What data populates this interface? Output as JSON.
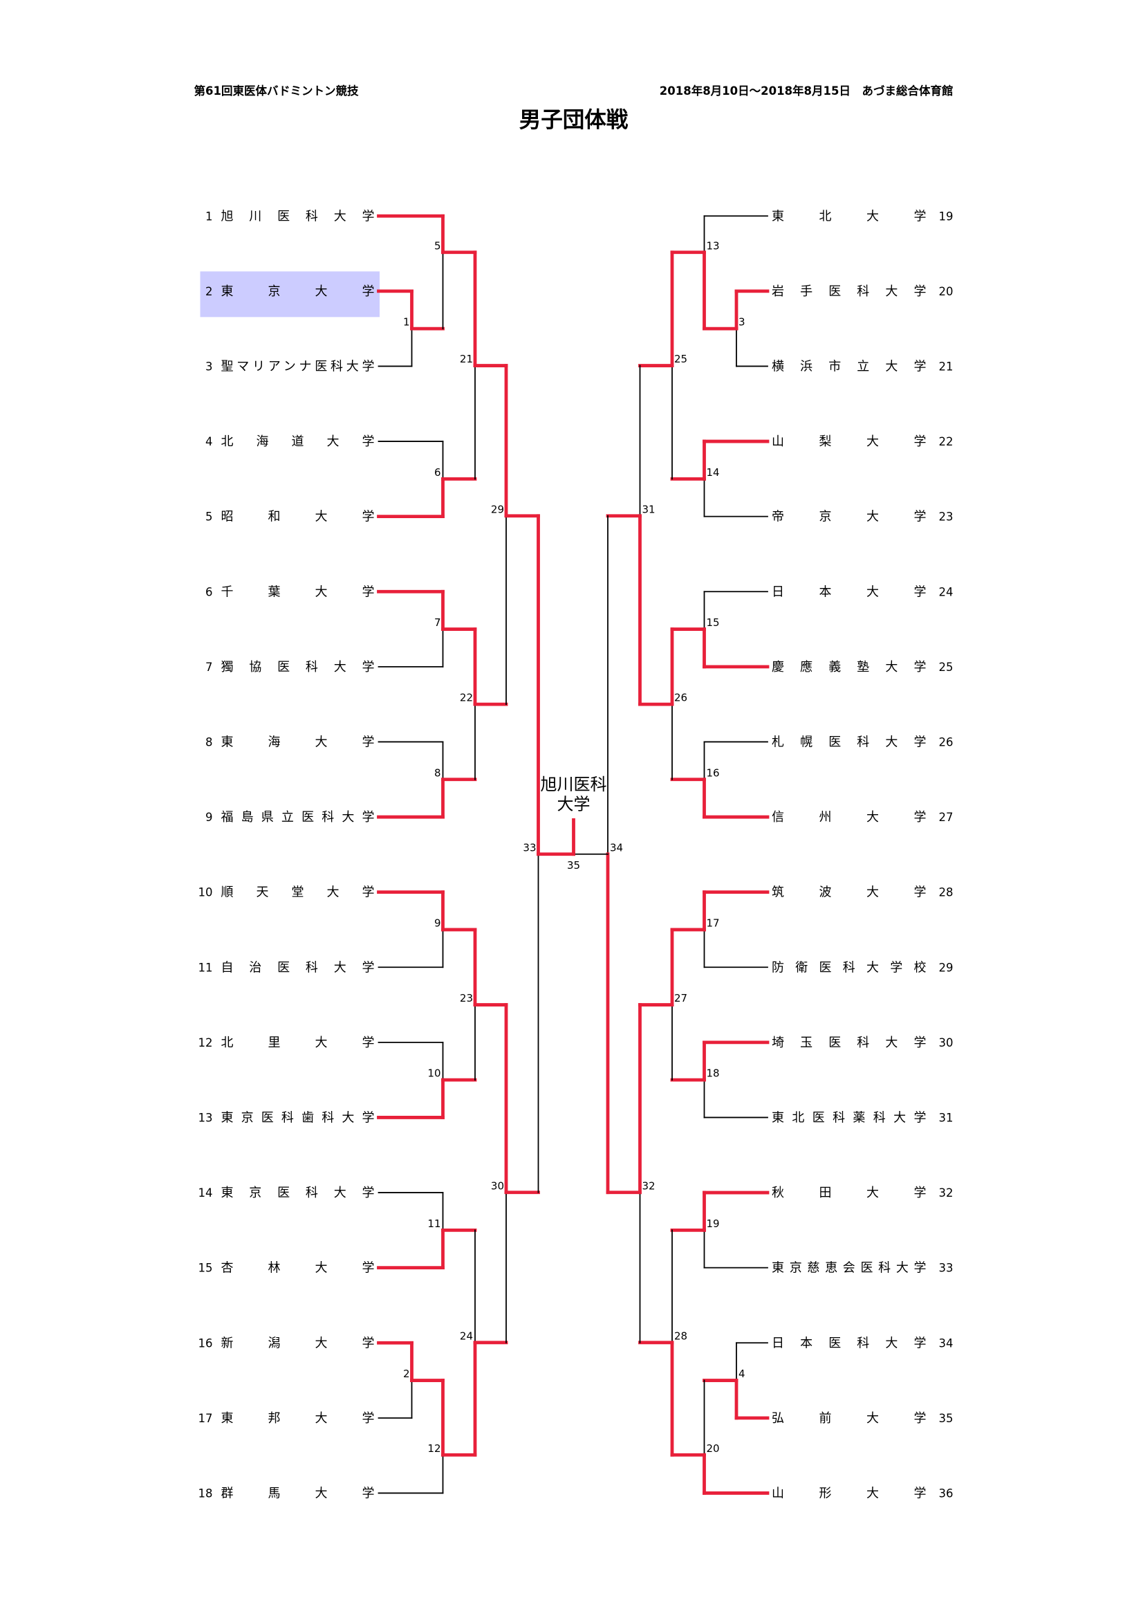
{
  "header": {
    "event": "第61回東医体バドミントン競技",
    "dates_venue": "2018年8月10日～2018年8月15日　あづま総合体育館",
    "title": "男子団体戦"
  },
  "colors": {
    "win_line": "#e8203a",
    "line": "#000000",
    "highlight": "#ccccff"
  },
  "teams_left": [
    {
      "no": "1",
      "name": "旭川医科大学"
    },
    {
      "no": "2",
      "name": "東京大学",
      "highlighted": true
    },
    {
      "no": "3",
      "name": "聖マリアンナ医科大学"
    },
    {
      "no": "4",
      "name": "北海道大学"
    },
    {
      "no": "5",
      "name": "昭和大学"
    },
    {
      "no": "6",
      "name": "千葉大学"
    },
    {
      "no": "7",
      "name": "獨協医科大学"
    },
    {
      "no": "8",
      "name": "東海大学"
    },
    {
      "no": "9",
      "name": "福島県立医科大学"
    },
    {
      "no": "10",
      "name": "順天堂大学"
    },
    {
      "no": "11",
      "name": "自治医科大学"
    },
    {
      "no": "12",
      "name": "北里大学"
    },
    {
      "no": "13",
      "name": "東京医科歯科大学"
    },
    {
      "no": "14",
      "name": "東京医科大学"
    },
    {
      "no": "15",
      "name": "杏林大学"
    },
    {
      "no": "16",
      "name": "新潟大学"
    },
    {
      "no": "17",
      "name": "東邦大学"
    },
    {
      "no": "18",
      "name": "群馬大学"
    }
  ],
  "teams_right": [
    {
      "no": "19",
      "name": "東北大学"
    },
    {
      "no": "20",
      "name": "岩手医科大学"
    },
    {
      "no": "21",
      "name": "横浜市立大学"
    },
    {
      "no": "22",
      "name": "山梨大学"
    },
    {
      "no": "23",
      "name": "帝京大学"
    },
    {
      "no": "24",
      "name": "日本大学"
    },
    {
      "no": "25",
      "name": "慶應義塾大学"
    },
    {
      "no": "26",
      "name": "札幌医科大学"
    },
    {
      "no": "27",
      "name": "信州大学"
    },
    {
      "no": "28",
      "name": "筑波大学"
    },
    {
      "no": "29",
      "name": "防衛医科大学校"
    },
    {
      "no": "30",
      "name": "埼玉医科大学"
    },
    {
      "no": "31",
      "name": "東北医科薬科大学"
    },
    {
      "no": "32",
      "name": "秋田大学"
    },
    {
      "no": "33",
      "name": "東京慈恵会医科大学"
    },
    {
      "no": "34",
      "name": "日本医科大学"
    },
    {
      "no": "35",
      "name": "弘前大学"
    },
    {
      "no": "36",
      "name": "山形大学"
    }
  ],
  "matches": [
    {
      "id": "1",
      "side": "left",
      "round": 0,
      "children": [
        {
          "team": 2
        },
        {
          "team": 3
        }
      ],
      "winner": 0
    },
    {
      "id": "2",
      "side": "left",
      "round": 0,
      "children": [
        {
          "team": 16
        },
        {
          "team": 17
        }
      ],
      "winner": 0
    },
    {
      "id": "5",
      "side": "left",
      "round": 1,
      "children": [
        {
          "team": 1
        },
        {
          "match": "1"
        }
      ],
      "winner": 0
    },
    {
      "id": "6",
      "side": "left",
      "round": 1,
      "children": [
        {
          "team": 4
        },
        {
          "team": 5
        }
      ],
      "winner": 1
    },
    {
      "id": "7",
      "side": "left",
      "round": 1,
      "children": [
        {
          "team": 6
        },
        {
          "team": 7
        }
      ],
      "winner": 0
    },
    {
      "id": "8",
      "side": "left",
      "round": 1,
      "children": [
        {
          "team": 8
        },
        {
          "team": 9
        }
      ],
      "winner": 1
    },
    {
      "id": "9",
      "side": "left",
      "round": 1,
      "children": [
        {
          "team": 10
        },
        {
          "team": 11
        }
      ],
      "winner": 0
    },
    {
      "id": "10",
      "side": "left",
      "round": 1,
      "children": [
        {
          "team": 12
        },
        {
          "team": 13
        }
      ],
      "winner": 1
    },
    {
      "id": "11",
      "side": "left",
      "round": 1,
      "children": [
        {
          "team": 14
        },
        {
          "team": 15
        }
      ],
      "winner": 1
    },
    {
      "id": "12",
      "side": "left",
      "round": 1,
      "children": [
        {
          "match": "2"
        },
        {
          "team": 18
        }
      ],
      "winner": 0
    },
    {
      "id": "21",
      "side": "left",
      "round": 2,
      "children": [
        {
          "match": "5"
        },
        {
          "match": "6"
        }
      ],
      "winner": 0
    },
    {
      "id": "22",
      "side": "left",
      "round": 2,
      "children": [
        {
          "match": "7"
        },
        {
          "match": "8"
        }
      ],
      "winner": 0
    },
    {
      "id": "23",
      "side": "left",
      "round": 2,
      "children": [
        {
          "match": "9"
        },
        {
          "match": "10"
        }
      ],
      "winner": 0
    },
    {
      "id": "24",
      "side": "left",
      "round": 2,
      "children": [
        {
          "match": "11"
        },
        {
          "match": "12"
        }
      ],
      "winner": 1
    },
    {
      "id": "29",
      "side": "left",
      "round": 3,
      "children": [
        {
          "match": "21"
        },
        {
          "match": "22"
        }
      ],
      "winner": 0
    },
    {
      "id": "30",
      "side": "left",
      "round": 3,
      "children": [
        {
          "match": "23"
        },
        {
          "match": "24"
        }
      ],
      "winner": 0
    },
    {
      "id": "33",
      "side": "left",
      "round": 4,
      "children": [
        {
          "match": "29"
        },
        {
          "match": "30"
        }
      ],
      "winner": 0
    },
    {
      "id": "3",
      "side": "right",
      "round": 0,
      "children": [
        {
          "team": 20
        },
        {
          "team": 21
        }
      ],
      "winner": 0
    },
    {
      "id": "4",
      "side": "right",
      "round": 0,
      "children": [
        {
          "team": 34
        },
        {
          "team": 35
        }
      ],
      "winner": 1
    },
    {
      "id": "13",
      "side": "right",
      "round": 1,
      "children": [
        {
          "team": 19
        },
        {
          "match": "3"
        }
      ],
      "winner": 1
    },
    {
      "id": "14",
      "side": "right",
      "round": 1,
      "children": [
        {
          "team": 22
        },
        {
          "team": 23
        }
      ],
      "winner": 0
    },
    {
      "id": "15",
      "side": "right",
      "round": 1,
      "children": [
        {
          "team": 24
        },
        {
          "team": 25
        }
      ],
      "winner": 1
    },
    {
      "id": "16",
      "side": "right",
      "round": 1,
      "children": [
        {
          "team": 26
        },
        {
          "team": 27
        }
      ],
      "winner": 1
    },
    {
      "id": "17",
      "side": "right",
      "round": 1,
      "children": [
        {
          "team": 28
        },
        {
          "team": 29
        }
      ],
      "winner": 0
    },
    {
      "id": "18",
      "side": "right",
      "round": 1,
      "children": [
        {
          "team": 30
        },
        {
          "team": 31
        }
      ],
      "winner": 0
    },
    {
      "id": "19",
      "side": "right",
      "round": 1,
      "children": [
        {
          "team": 32
        },
        {
          "team": 33
        }
      ],
      "winner": 0
    },
    {
      "id": "20",
      "side": "right",
      "round": 1,
      "children": [
        {
          "match": "4"
        },
        {
          "team": 36
        }
      ],
      "winner": 1
    },
    {
      "id": "25",
      "side": "right",
      "round": 2,
      "children": [
        {
          "match": "13"
        },
        {
          "match": "14"
        }
      ],
      "winner": 0
    },
    {
      "id": "26",
      "side": "right",
      "round": 2,
      "children": [
        {
          "match": "15"
        },
        {
          "match": "16"
        }
      ],
      "winner": 0
    },
    {
      "id": "27",
      "side": "right",
      "round": 2,
      "children": [
        {
          "match": "17"
        },
        {
          "match": "18"
        }
      ],
      "winner": 0
    },
    {
      "id": "28",
      "side": "right",
      "round": 2,
      "children": [
        {
          "match": "19"
        },
        {
          "match": "20"
        }
      ],
      "winner": 1
    },
    {
      "id": "31",
      "side": "right",
      "round": 3,
      "children": [
        {
          "match": "25"
        },
        {
          "match": "26"
        }
      ],
      "winner": 1
    },
    {
      "id": "32",
      "side": "right",
      "round": 3,
      "children": [
        {
          "match": "27"
        },
        {
          "match": "28"
        }
      ],
      "winner": 0
    },
    {
      "id": "34",
      "side": "right",
      "round": 4,
      "children": [
        {
          "match": "31"
        },
        {
          "match": "32"
        }
      ],
      "winner": 1
    }
  ],
  "final": {
    "id": "35",
    "children": [
      "33",
      "34"
    ],
    "winner": 0,
    "champion_line1": "旭川医科",
    "champion_line2": "大学"
  }
}
